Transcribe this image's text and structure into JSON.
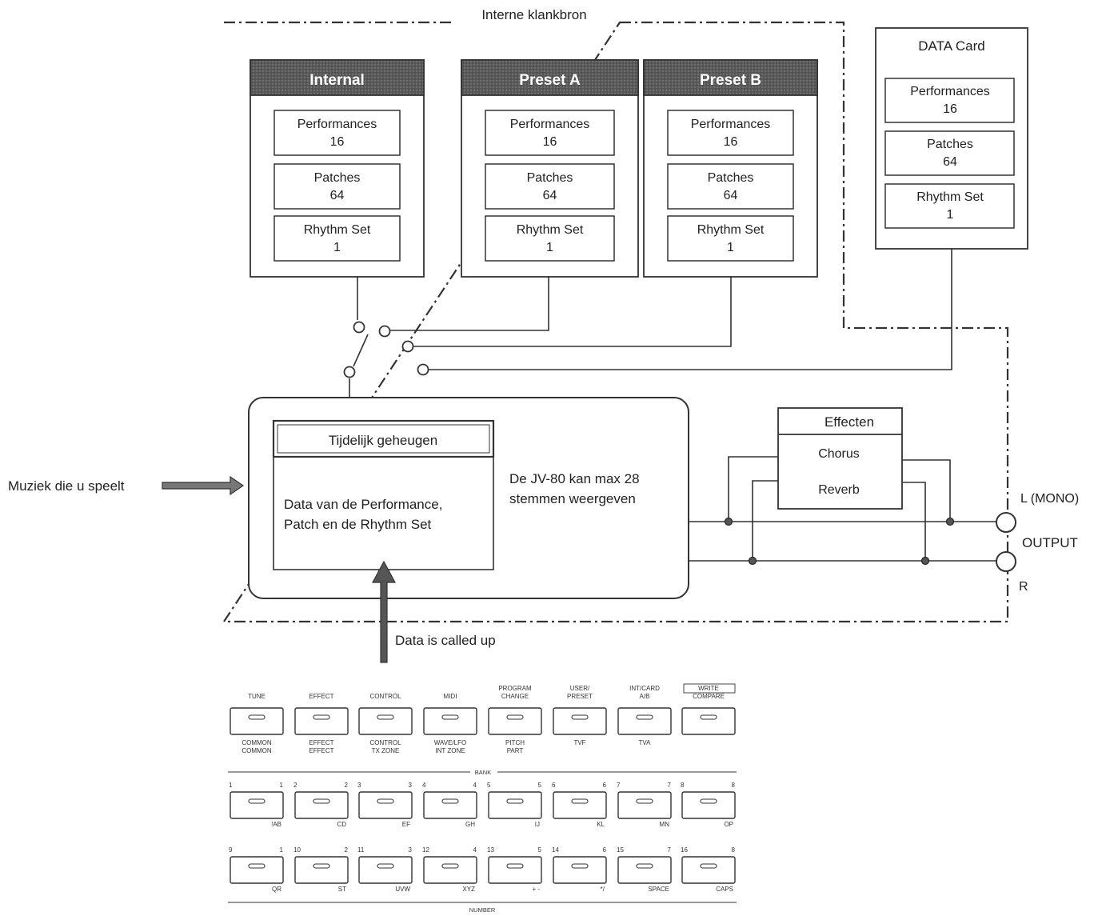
{
  "diagram": {
    "region_title": "Interne klankbron",
    "banks": [
      {
        "name": "Internal",
        "items": [
          {
            "line1": "Performances",
            "line2": "16"
          },
          {
            "line1": "Patches",
            "line2": "64"
          },
          {
            "line1": "Rhythm  Set",
            "line2": "1"
          }
        ]
      },
      {
        "name": "Preset  A",
        "items": [
          {
            "line1": "Performances",
            "line2": "16"
          },
          {
            "line1": "Patches",
            "line2": "64"
          },
          {
            "line1": "Rhythm  Set",
            "line2": "1"
          }
        ]
      },
      {
        "name": "Preset  B",
        "items": [
          {
            "line1": "Performances",
            "line2": "16"
          },
          {
            "line1": "Patches",
            "line2": "64"
          },
          {
            "line1": "Rhythm  Set",
            "line2": "1"
          }
        ]
      }
    ],
    "card": {
      "title": "DATA  Card",
      "items": [
        {
          "line1": "Performances",
          "line2": "16"
        },
        {
          "line1": "Patches",
          "line2": "64"
        },
        {
          "line1": "Rhythm  Set",
          "line2": "1"
        }
      ]
    },
    "temp_memory": {
      "title": "Tijdelijk geheugen",
      "line1": "Data van de Performance,",
      "line2": "Patch en de Rhythm Set"
    },
    "voices": {
      "line1": "De JV-80 kan max  28",
      "line2": "stemmen weergeven"
    },
    "effects": {
      "title": "Effecten",
      "items": [
        "Chorus",
        "Reverb"
      ]
    },
    "input_label": "Muziek die u speelt",
    "called_label": "Data  is  called  up",
    "output": {
      "label": "OUTPUT",
      "left": "L  (MONO)",
      "right": "R"
    }
  },
  "panel": {
    "row1": {
      "top_labels": [
        [
          "TUNE"
        ],
        [
          "EFFECT"
        ],
        [
          "CONTROL"
        ],
        [
          "MIDI"
        ],
        [
          "PROGRAM",
          "CHANGE"
        ],
        [
          "USER/",
          "PRESET"
        ],
        [
          "INT/CARD",
          "A/B"
        ],
        [
          "WRITE",
          "COMPARE"
        ]
      ],
      "bottom_labels": [
        [
          "COMMON",
          "COMMON"
        ],
        [
          "EFFECT",
          "EFFECT"
        ],
        [
          "CONTROL",
          "TX ZONE"
        ],
        [
          "WAVE/LFO",
          "INT ZONE"
        ],
        [
          "PITCH",
          "PART"
        ],
        [
          "TVF"
        ],
        [
          "TVA"
        ],
        []
      ]
    },
    "bank_label": "BANK",
    "row2": {
      "left_nums": [
        "1",
        "2",
        "3",
        "4",
        "5",
        "6",
        "7",
        "8"
      ],
      "right_nums": [
        "1",
        "2",
        "3",
        "4",
        "5",
        "6",
        "7",
        "8"
      ],
      "bottom_labels": [
        "!AB",
        "CD",
        "EF",
        "GH",
        "IJ",
        "KL",
        "MN",
        "OP"
      ]
    },
    "row3": {
      "left_nums": [
        "9",
        "10",
        "11",
        "12",
        "13",
        "14",
        "15",
        "16"
      ],
      "right_nums": [
        "1",
        "2",
        "3",
        "4",
        "5",
        "6",
        "7",
        "8"
      ],
      "bottom_labels": [
        "QR",
        "ST",
        "UVW",
        "XYZ",
        "+  -",
        "*/",
        "SPACE",
        "CAPS"
      ]
    },
    "number_label": "NUMBER"
  },
  "colors": {
    "ink": "#222222",
    "header": "#555555",
    "wire": "#333333",
    "arrow": "#444444"
  }
}
